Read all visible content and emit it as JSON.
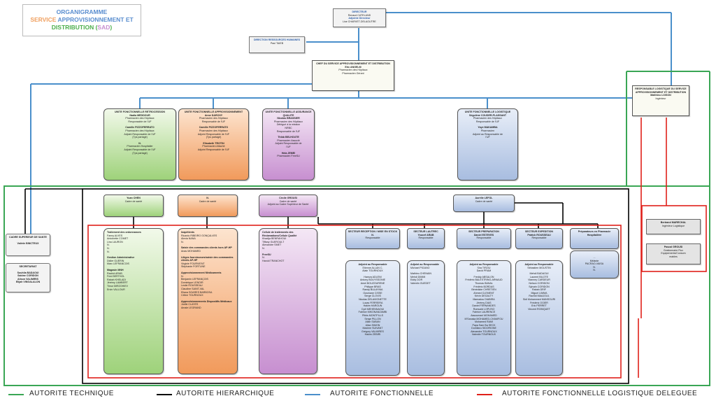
{
  "title": {
    "line1": "ORGANIGRAMME",
    "line2_part1": "SERVICE ",
    "line2_part2": "APPROVISIONNEMENT ET",
    "line3_part1": "DISTRIBUTION (",
    "line3_part2": "SAD",
    "line3_part3": ")"
  },
  "directeur": {
    "title": "DIRECTEUR",
    "name": "Renaud CATELAND",
    "subtitle": "Adjointe Directeur",
    "subname": "Lise CHARVET-DELAOUTRE"
  },
  "drh": {
    "title": "DIRECTION RESSOURCES HUMAINES",
    "name": "Paul TAIEB"
  },
  "chef": {
    "title": "CHEF DU SERVICE APPROVISIONNEMENT ET DISTRIBUTION",
    "name": "Eric ANGELM",
    "role1": "Pharmacien des Hôpitaux",
    "role2": "Pharmacien Gérant"
  },
  "resp_log": {
    "title": "RESPONSABLE LOGISTIQUE DU SERVICE APPROVISIONNEMENT ET DISTRIBUTION",
    "name": "Matthieu LOISON",
    "role": "Ingénieur"
  },
  "uf": [
    {
      "lines": [
        [
          "t",
          "UNITE FONCTIONNELLE RETROCESSION"
        ],
        [
          "t",
          "Nadia MEDDOUR"
        ],
        [
          "l",
          "Pharmacien des Hôpitaux"
        ],
        [
          "l",
          "Responsable de l'UF"
        ],
        [
          "g",
          ""
        ],
        [
          "t",
          "Camille PIZZOFERRATO"
        ],
        [
          "l",
          "Pharmacien des Hôpitaux"
        ],
        [
          "l",
          "Adjoint Responsable de l'UF"
        ],
        [
          "l",
          "(Tps partagé)"
        ],
        [
          "g",
          ""
        ],
        [
          "t",
          "N."
        ],
        [
          "l",
          "Pharmacien Hospitalier"
        ],
        [
          "l",
          "Adjoint Responsable de l'UF"
        ],
        [
          "l",
          "(Tps partagé)"
        ]
      ]
    },
    {
      "lines": [
        [
          "t",
          "UNITE FONCTIONNELLE APPROVISIONNEMENT"
        ],
        [
          "t",
          "Anne DARCHY"
        ],
        [
          "l",
          "Pharmacien des Hôpitaux"
        ],
        [
          "l",
          "Responsable de l'UF"
        ],
        [
          "g",
          ""
        ],
        [
          "t",
          "Camille PIZZOFERRATO"
        ],
        [
          "l",
          "Pharmacien des Hôpitaux"
        ],
        [
          "l",
          "Adjoint Responsable de l'UF"
        ],
        [
          "l",
          "(Tps partagé)"
        ],
        [
          "g",
          ""
        ],
        [
          "t",
          "Elisabeth TROTIN"
        ],
        [
          "l",
          "Pharmacien Attaché"
        ],
        [
          "l",
          "Adjoint Responsable de l'UF"
        ]
      ]
    },
    {
      "lines": [
        [
          "t",
          "UNITE FONCTIONNELLE ASSURANCE QUALITE"
        ],
        [
          "t",
          "Nicolas BRASSIER"
        ],
        [
          "l",
          "Pharmacien des Hôpitaux"
        ],
        [
          "l",
          "Délégué à la mission"
        ],
        [
          "l",
          "NRBC"
        ],
        [
          "l",
          "Responsable de l'UF"
        ],
        [
          "g",
          ""
        ],
        [
          "t",
          "Thibb BELHOUTE"
        ],
        [
          "l",
          "Pharmacien Associé"
        ],
        [
          "l",
          "Adjoint Responsable de"
        ],
        [
          "l",
          "l'UF"
        ],
        [
          "g",
          ""
        ],
        [
          "t",
          "Hela JEMEI"
        ],
        [
          "l",
          "Pharmacien FreeSU"
        ]
      ]
    },
    {
      "lines": [
        [
          "t",
          "UNITE FONCTIONNELLE LOGISTIQUE"
        ],
        [
          "t",
          "Ségolène COUDER-PLASSANT"
        ],
        [
          "l",
          "Pharmacien des Hôpitaux"
        ],
        [
          "l",
          "Responsable de l'UF"
        ],
        [
          "g",
          ""
        ],
        [
          "t",
          "Yaye MAKAMBA"
        ],
        [
          "l",
          "Pharmacien"
        ],
        [
          "l",
          "Adjoint au Responsable de"
        ],
        [
          "l",
          "l'UF"
        ]
      ]
    }
  ],
  "cadres": [
    {
      "name": "Yuan CHEN",
      "role": "Cadre de santé"
    },
    {
      "name": "N.",
      "role": "Cadre de santé"
    },
    {
      "name": "Cécile GROUSI",
      "role": "Cadre de santé",
      "role2": "Adjoint au Cadre Supérieur de Santé"
    },
    {
      "name": "Aurélie LEFOL",
      "role": "Cadre de santé"
    }
  ],
  "cadre_sup": {
    "title": "CADRE SUPERIEUR DE SANTE",
    "name": "Valérie BINCTEUX"
  },
  "secretariat": {
    "title": "SECRETARIAT",
    "names": [
      "Souhila BADAOUI",
      "Sabine CORIDON",
      "Alison VALIMIRIS",
      "Elijah VINGALALON"
    ]
  },
  "bertrand": {
    "name": "Bertrand MARECHAL",
    "role": "Ingénieur Logistique"
  },
  "pascal": {
    "name": "Pascal GROUSI",
    "role1": "Gestionnaire Flux",
    "role2": "Equipements/Consom",
    "role3": "mables"
  },
  "sections": [
    {
      "lines": [
        [
          "t",
          "Traitement des ordonnances"
        ],
        [
          "l",
          "Fanny ALVES"
        ],
        [
          "l",
          "Antoinette COMET"
        ],
        [
          "l",
          "Lina LAURON"
        ],
        [
          "l",
          "N."
        ],
        [
          "l",
          "N."
        ],
        [
          "l",
          "N."
        ],
        [
          "g",
          ""
        ],
        [
          "t",
          "Gestion Administrative"
        ],
        [
          "l",
          "Didier GUERIN"
        ],
        [
          "l",
          "Marc LEFRANCOIS"
        ],
        [
          "g",
          ""
        ],
        [
          "t",
          "Magasin MNH"
        ],
        [
          "l",
          "Rachid ARAB"
        ],
        [
          "l",
          "Fred BERTHOL"
        ],
        [
          "l",
          "Rabah KHELADI"
        ],
        [
          "l",
          "Jérémy LAMBERT"
        ],
        [
          "l",
          "Timur MIRZOHIEV"
        ],
        [
          "l",
          "Ervin VALLOUR"
        ]
      ]
    },
    {
      "lines": [
        [
          "t",
          "Inapétients"
        ],
        [
          "l",
          "Ricardo RIBEIRO GONÇALVES"
        ],
        [
          "l",
          "Alexia NANA"
        ],
        [
          "l",
          "N."
        ],
        [
          "g",
          ""
        ],
        [
          "t",
          "Saisie des commandes clients hors AP-HP"
        ],
        [
          "l",
          "Anas MOHAMED"
        ],
        [
          "g",
          ""
        ],
        [
          "t",
          "Litiges fournisseurs/saisie des commandes clients AP-HP"
        ],
        [
          "l",
          "Virginie FOURVIENT"
        ],
        [
          "l",
          "Stéphanie FORTUNE"
        ],
        [
          "g",
          ""
        ],
        [
          "t",
          "Approvisionnement Médicaments"
        ],
        [
          "l",
          "N."
        ],
        [
          "l",
          "Benjamin LEFRANÇOIS"
        ],
        [
          "l",
          "Dominique LENOIR"
        ],
        [
          "l",
          "Leslie ROUSSEAU"
        ],
        [
          "l",
          "Claudine SAINT-VAL"
        ],
        [
          "l",
          "Eliana SOARES BARBOSA"
        ],
        [
          "l",
          "Céline TOURNOUX"
        ],
        [
          "g",
          ""
        ],
        [
          "t",
          "Approvisionnements Dispositifs Médicaux"
        ],
        [
          "l",
          "Joelle CLAYES"
        ],
        [
          "l",
          "Amale LEGRAND"
        ]
      ]
    },
    {
      "lines": [
        [
          "t",
          "Cellule de traitements des Réclamations/Cellule Qualité"
        ],
        [
          "l",
          "Khadija BENRAHOUI"
        ],
        [
          "l",
          "Tiffany GUEROULT"
        ],
        [
          "l",
          "Alexandre SMET"
        ],
        [
          "l",
          "N."
        ],
        [
          "g",
          ""
        ],
        [
          "t",
          "FreeSU"
        ],
        [
          "l",
          "N."
        ],
        [
          "l",
          "Harold TRANCHOT"
        ]
      ]
    }
  ],
  "secteurs": [
    {
      "title": "SECTEUR RECEPTION / MISE EN STOCK",
      "name": "N.",
      "role": "Responsable",
      "lines": [
        [
          "t",
          "Adjoint au Responsable"
        ],
        [
          "l",
          "Etienne ALLAN C."
        ],
        [
          "l",
          "Alain TOURNOUX"
        ],
        [
          "g",
          ""
        ],
        [
          "l",
          "Hamza ADLENI"
        ],
        [
          "l",
          "Antony BOUYSSONIE"
        ],
        [
          "l",
          "Amel BOUZOURENE"
        ],
        [
          "l",
          "Philippe BRAS"
        ],
        [
          "l",
          "Randy BULAYNIA"
        ],
        [
          "l",
          "Ousmane CISSE"
        ],
        [
          "l",
          "Serge CLOVIS"
        ],
        [
          "l",
          "Nicolas DELAVIGNETTE"
        ],
        [
          "l",
          "Lucas FERREIRA"
        ],
        [
          "l",
          "Hakim HAROUN"
        ],
        [
          "l",
          "Cyril MEHENNAOUI"
        ],
        [
          "l",
          "Fabrice MIKONANZAMBI"
        ],
        [
          "l",
          "Pitiris MONTFILLS"
        ],
        [
          "l",
          "Serge PILLON"
        ],
        [
          "l",
          "Allan SABAN"
        ],
        [
          "l",
          "Allan SIMON"
        ],
        [
          "l",
          "Maxime SUIVANT"
        ],
        [
          "l",
          "Grégory VALMIRES"
        ],
        [
          "l",
          "Hakim ZEBIRI"
        ]
      ]
    },
    {
      "title": "SECTEUR LAUTREC",
      "name": "Youcef ARAB",
      "role": "Responsable",
      "lines": [
        [
          "t",
          "Adjoint au Responsable"
        ],
        [
          "l",
          "Michael PIGANO"
        ],
        [
          "g",
          ""
        ],
        [
          "l",
          "Mathieu CHENAIN"
        ],
        [
          "l",
          "Mehdi DIMMI"
        ],
        [
          "l",
          "Eddy DOR"
        ],
        [
          "l",
          "Valentin GUEDET"
        ]
      ]
    },
    {
      "title": "SECTEUR PREPARATION",
      "name": "Daniel ESTEVES",
      "role": "Responsable",
      "lines": [
        [
          "t",
          "Adjoint au Responsable"
        ],
        [
          "l",
          "Sira TIRZIU"
        ],
        [
          "l",
          "David PRAM"
        ],
        [
          "g",
          ""
        ],
        [
          "l",
          "Freddy ABSALON"
        ],
        [
          "l",
          "Frédéric BALESTRINO-ARNAUD"
        ],
        [
          "l",
          "Thomas BANAL"
        ],
        [
          "l",
          "Frédéric BORDAS"
        ],
        [
          "l",
          "Bénédicte CHRETIEN"
        ],
        [
          "l",
          "Ahmed CLEMENT"
        ],
        [
          "l",
          "Kévin DEGALTY"
        ],
        [
          "l",
          "Mamadou DIABIRA"
        ],
        [
          "l",
          "Jérémy DIAS"
        ],
        [
          "l",
          "Daniel FERNANDES"
        ],
        [
          "l",
          "Romuald LOPIJSO"
        ],
        [
          "l",
          "Fabrice LAURENCE"
        ],
        [
          "l",
          "Assoumani MOHAMED"
        ],
        [
          "l",
          "M'Sanaka MOHAMED-CHAMFOU"
        ],
        [
          "l",
          "Mohamed RAMI"
        ],
        [
          "l",
          "Papa Sam Ba SECK"
        ],
        [
          "l",
          "Dumitaru SIDORIONE"
        ],
        [
          "l",
          "Alexandre TOURNOUX"
        ],
        [
          "l",
          "Valentin TOURNOUX"
        ]
      ]
    },
    {
      "title": "SECTEUR EXPEDITION",
      "name": "Patrick ROUSSEAU",
      "role": "Responsable",
      "lines": [
        [
          "t",
          "Adjoint au Responsable"
        ],
        [
          "l",
          "Sébastien MOUSTIN"
        ],
        [
          "g",
          ""
        ],
        [
          "l",
          "Mehdi BADAOUI"
        ],
        [
          "l",
          "Laurent BILOTE"
        ],
        [
          "l",
          "Vianney CARDEUR"
        ],
        [
          "l",
          "Nelson CORIDON"
        ],
        [
          "l",
          "Sylvain CORIDON"
        ],
        [
          "l",
          "Rabah DRIF"
        ],
        [
          "l",
          "Miguel LIMMA"
        ],
        [
          "l",
          "Rachid MAAJOUL"
        ],
        [
          "l",
          "Sidi Mohammed MANSOURI"
        ],
        [
          "l",
          "Frédéric OGIER"
        ],
        [
          "l",
          "Eric PERRET"
        ],
        [
          "l",
          "Vincent ROBIQUET"
        ]
      ]
    },
    {
      "title": "Préparateurs en Pharmacie Hospitalière",
      "lines": [
        [
          "g",
          ""
        ],
        [
          "l",
          "..."
        ],
        [
          "l",
          "Mélanie"
        ],
        [
          "l",
          "PACRAO-VAISA"
        ],
        [
          "l",
          "N."
        ],
        [
          "l",
          "N."
        ]
      ]
    }
  ],
  "legend": {
    "technique": "AUTORITE TECHNIQUE",
    "hierarchique": "AUTORITE HIERARCHIQUE",
    "fonctionnelle": "AUTORITE FONCTIONNELLE",
    "logistique": "AUTORITE FONCTIONNELLE LOGISTIQUE DELEGUEE"
  },
  "colors": {
    "green": "#3aa655",
    "black": "#000000",
    "blue": "#4a8fcb",
    "red": "#e0201a",
    "title_orange": "#f0a060",
    "title_blue": "#5a8ecf",
    "title_green": "#4cae4c"
  }
}
